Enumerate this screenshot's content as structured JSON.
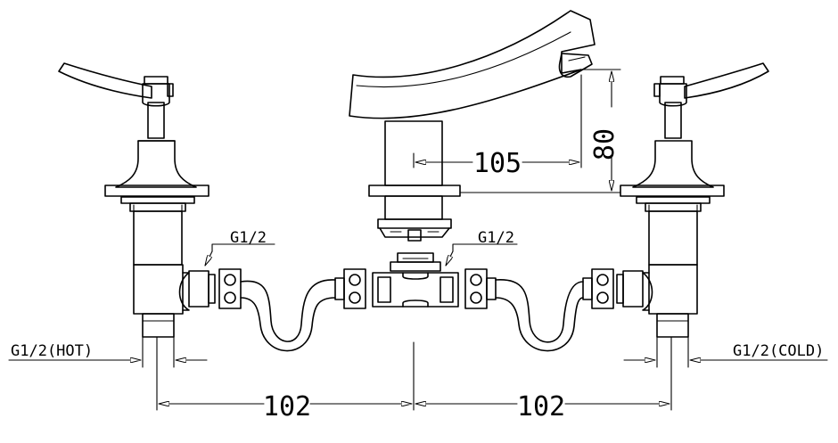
{
  "labels": {
    "thread_left": "G1/2",
    "thread_center": "G1/2",
    "hot_inlet": "G1/2(HOT)",
    "cold_inlet": "G1/2(COLD)"
  },
  "dimensions": {
    "spout_reach": "105",
    "spout_height": "80",
    "spacing_left": "102",
    "spacing_right": "102"
  }
}
